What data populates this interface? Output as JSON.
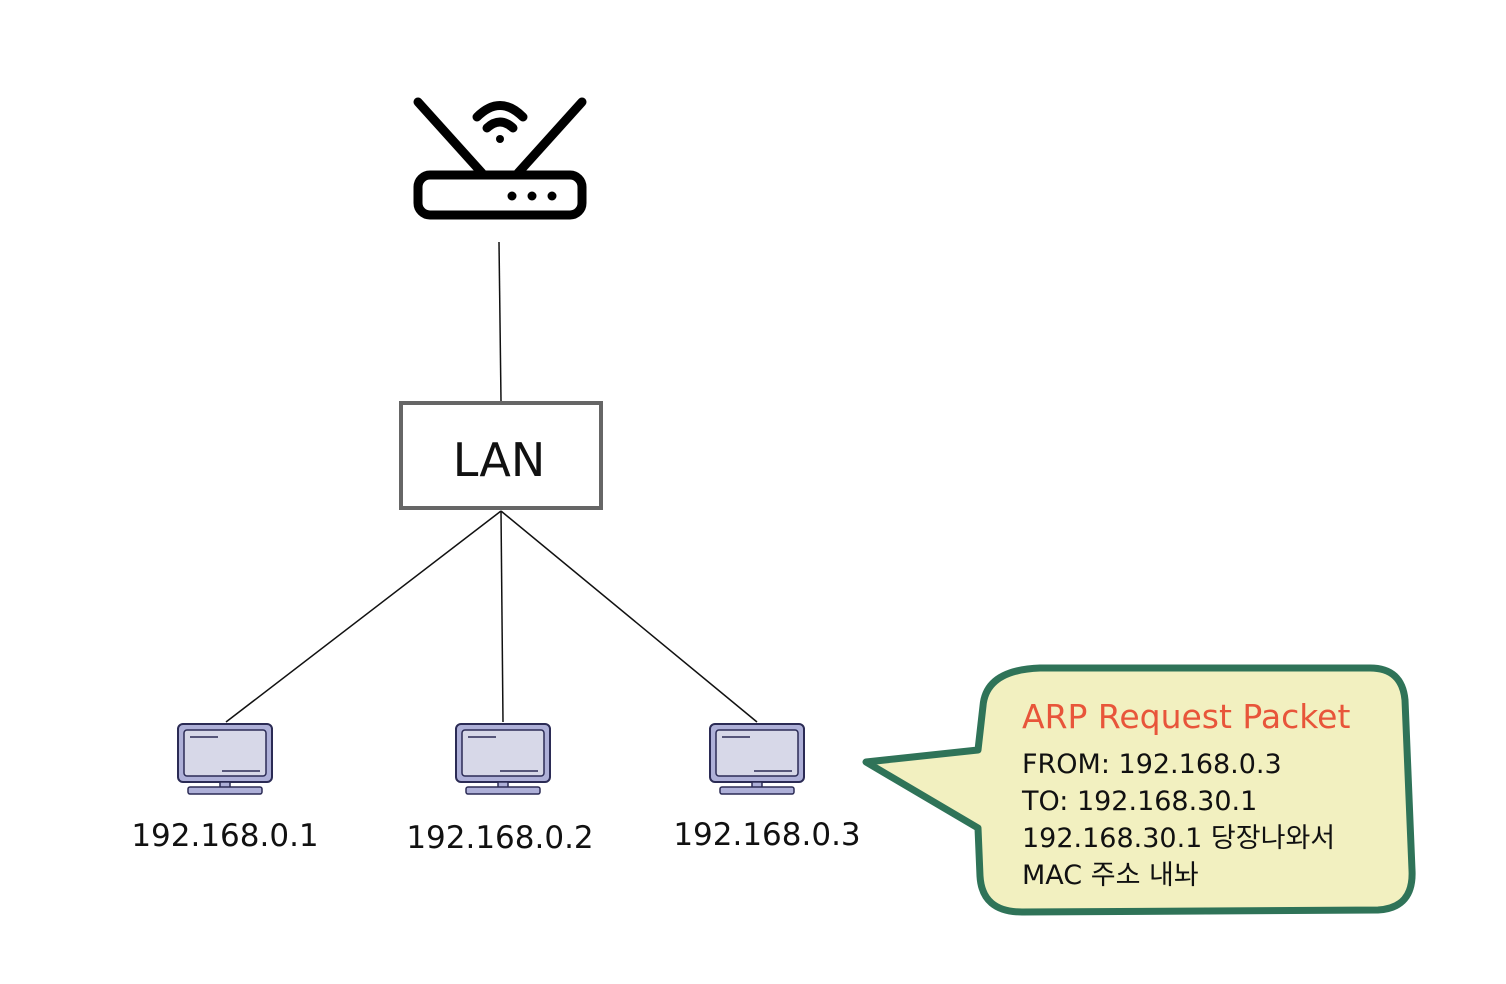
{
  "router": {
    "icon": "wifi-router-icon"
  },
  "switch": {
    "label": "LAN"
  },
  "hosts": [
    {
      "ip": "192.168.0.1",
      "icon": "computer-monitor-icon"
    },
    {
      "ip": "192.168.0.2",
      "icon": "computer-monitor-icon"
    },
    {
      "ip": "192.168.0.3",
      "icon": "computer-monitor-icon"
    }
  ],
  "packet": {
    "title": "ARP Request Packet",
    "lines": [
      "FROM: 192.168.0.3",
      "TO: 192.168.30.1",
      "192.168.30.1 당장나와서",
      "MAC 주소 내놔"
    ]
  },
  "colors": {
    "title": "#e8553a",
    "bubble_fill": "#f2f0c0",
    "bubble_stroke": "#2f7358",
    "monitor_fill": "#d7d8e8",
    "monitor_frame": "#aeb0d8",
    "monitor_stroke": "#2b2b55",
    "box_stroke": "#666666"
  }
}
